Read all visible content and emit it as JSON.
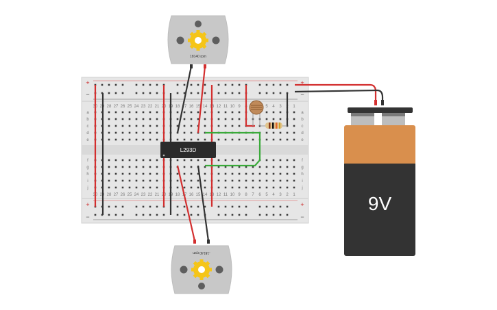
{
  "motor_top": {
    "rpm_label": "18140 rpm"
  },
  "motor_bottom": {
    "rpm_label": "-18140 rpm"
  },
  "chip": {
    "label": "L293D"
  },
  "battery": {
    "label": "9V"
  },
  "breadboard": {
    "rail_plus": "+",
    "rail_minus": "−",
    "row_letters_top": [
      "a",
      "b",
      "c",
      "d",
      "e"
    ],
    "row_letters_bottom": [
      "f",
      "g",
      "h",
      "i",
      "j"
    ],
    "column_numbers": [
      "30",
      "29",
      "28",
      "27",
      "26",
      "25",
      "24",
      "23",
      "22",
      "21",
      "20",
      "19",
      "18",
      "17",
      "16",
      "15",
      "14",
      "13",
      "12",
      "11",
      "10",
      "9",
      "8",
      "7",
      "6",
      "5",
      "4",
      "3",
      "2",
      "1"
    ]
  },
  "colors": {
    "wire_red": "#d32f2f",
    "wire_black": "#333333",
    "wire_green": "#3aaa3a",
    "battery_top": "#d98f4d",
    "battery_body": "#333333",
    "breadboard": "#e6e6e6",
    "chip": "#2b2b2b",
    "motor_gear": "#f5c518"
  },
  "icons": [
    "motor-icon",
    "gear-icon",
    "photoresistor-icon",
    "resistor-icon",
    "battery-icon",
    "ic-chip-icon"
  ]
}
